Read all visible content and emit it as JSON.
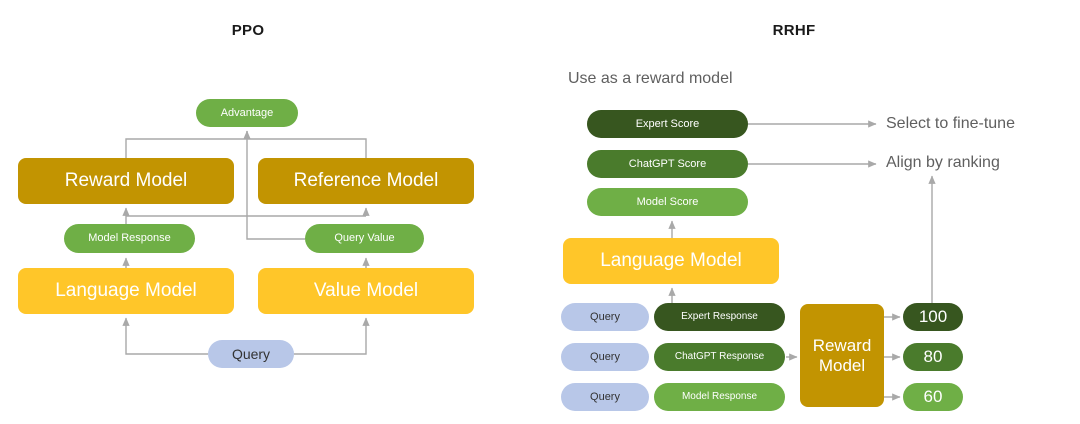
{
  "panels": {
    "left": {
      "title": "PPO"
    },
    "right": {
      "title": "RRHF",
      "caption": "Use as a reward model"
    }
  },
  "colors": {
    "gold": "#C29401",
    "yellow": "#FFC629",
    "green_light": "#6FAF46",
    "green_medium": "#4A7B2C",
    "green_dark": "#37561F",
    "blue": "#B8C7E8",
    "connector": "#A9A9A9",
    "text_dark": "#1a1a1a",
    "text_gray": "#5f5f5f"
  },
  "ppo": {
    "advantage": "Advantage",
    "reward_model": "Reward Model",
    "reference_model": "Reference Model",
    "model_response": "Model Response",
    "query_value": "Query Value",
    "language_model": "Language Model",
    "value_model": "Value Model",
    "query": "Query"
  },
  "rrhf": {
    "scores": [
      {
        "label": "Expert Score",
        "color": "green_dark"
      },
      {
        "label": "ChatGPT Score",
        "color": "green_medium"
      },
      {
        "label": "Model Score",
        "color": "green_light"
      }
    ],
    "language_model": "Language Model",
    "rows": [
      {
        "query": "Query",
        "response": "Expert Response",
        "score": "100"
      },
      {
        "query": "Query",
        "response": "ChatGPT Response",
        "score": "80"
      },
      {
        "query": "Query",
        "response": "Model Response",
        "score": "60"
      }
    ],
    "reward_model_line1": "Reward",
    "reward_model_line2": "Model",
    "annotations": [
      "Select to fine-tune",
      "Align by ranking"
    ]
  }
}
